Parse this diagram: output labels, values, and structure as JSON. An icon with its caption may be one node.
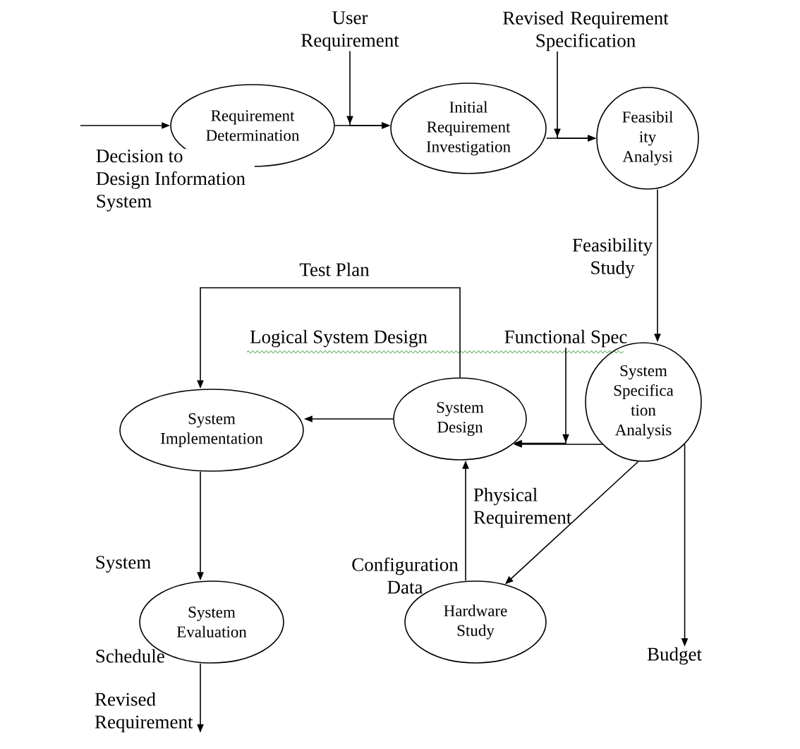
{
  "diagram": {
    "nodes": [
      {
        "text": [
          "User Requirement"
        ]
      },
      {
        "text": [
          "Revised Requirement Specification"
        ]
      },
      {
        "text": [
          "Requirement Determination"
        ]
      },
      {
        "text": [
          "Initial Requirement Investigation"
        ]
      },
      {
        "text": [
          "Feasibil ity Analysi"
        ]
      },
      {
        "text": [
          "Functional Spec"
        ]
      },
      {
        "text": [
          "System Specifica tion Analysis"
        ]
      },
      {
        "text": [
          "System Design"
        ]
      },
      {
        "text": [
          "System Implementation"
        ]
      },
      {
        "text": [
          "System Evaluation"
        ]
      },
      {
        "text": [
          "Hardware Study"
        ]
      },
      {
        "text": [
          "Budget"
        ]
      },
      {
        "text": [
          "Revised Requirement"
        ]
      }
    ],
    "edges": [
      {
        "from": null,
        "to": 2,
        "arrow": "to",
        "label": "Decision to Design Information System"
      },
      {
        "from": 2,
        "to": 3,
        "arrow": "to"
      },
      {
        "from": 0,
        "to": 3,
        "arrow": "to"
      },
      {
        "from": 3,
        "to": 4,
        "arrow": "to"
      },
      {
        "from": 1,
        "to": 4,
        "arrow": "to"
      },
      {
        "from": 4,
        "to": 6,
        "arrow": "to",
        "label": "Feasibility Study"
      },
      {
        "from": 6,
        "to": 7,
        "arrow": "to"
      },
      {
        "from": 5,
        "to": 7,
        "arrow": "to"
      },
      {
        "from": 7,
        "to": 8,
        "arrow": "to",
        "label": "Test Plan"
      },
      {
        "from": 7,
        "to": 8,
        "arrow": "to"
      },
      {
        "from": 8,
        "to": 9,
        "arrow": "to"
      },
      {
        "from": 9,
        "to": 12,
        "arrow": "to"
      },
      {
        "from": 6,
        "to": 10,
        "arrow": "to"
      },
      {
        "from": 10,
        "to": 7,
        "arrow": "to"
      },
      {
        "from": 6,
        "to": 11,
        "arrow": "to"
      }
    ],
    "labels": [
      "Logical System Design",
      "Physical Requirement",
      "System",
      "Configuration Data",
      "Schedule"
    ]
  }
}
